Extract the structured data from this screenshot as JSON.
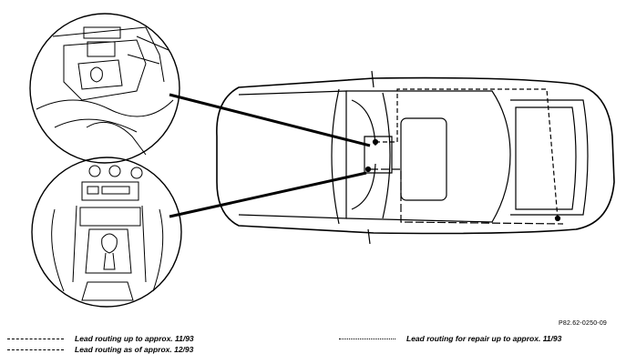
{
  "figure": {
    "reference": "P82.62-0250-09",
    "icons": [
      "car-top-view",
      "center-console-detail-upper",
      "center-console-detail-lower"
    ]
  },
  "legend": {
    "items": [
      {
        "style": "dashed",
        "label": "Lead routing up to approx. 11/93"
      },
      {
        "style": "dashed-long",
        "label": "Lead routing as of approx. 12/93"
      },
      {
        "style": "dash-dot",
        "label": "Lead routing for repair up to approx. 11/93"
      }
    ]
  }
}
